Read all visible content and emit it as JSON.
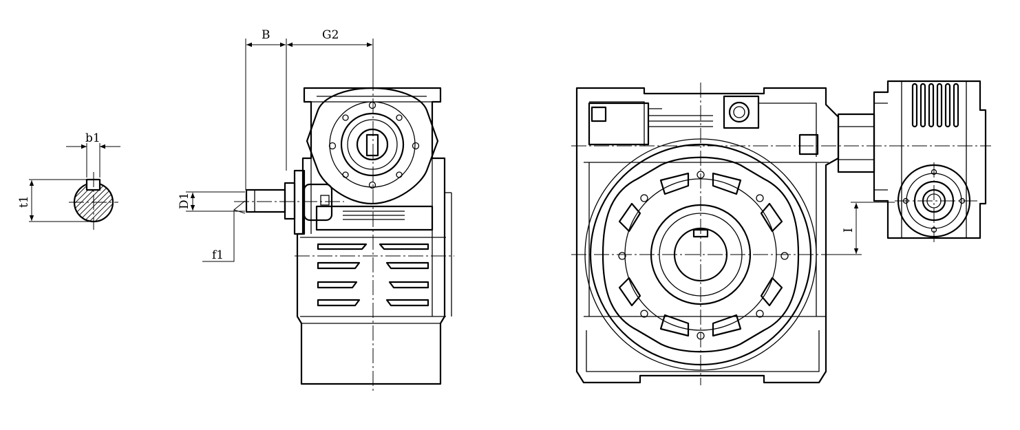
{
  "labels": {
    "b1": "b1",
    "t1": "t1",
    "B": "B",
    "G2": "G2",
    "D1": "D1",
    "f1": "f1",
    "I": "I"
  },
  "colors": {
    "line": "#000000",
    "background": "#ffffff"
  }
}
